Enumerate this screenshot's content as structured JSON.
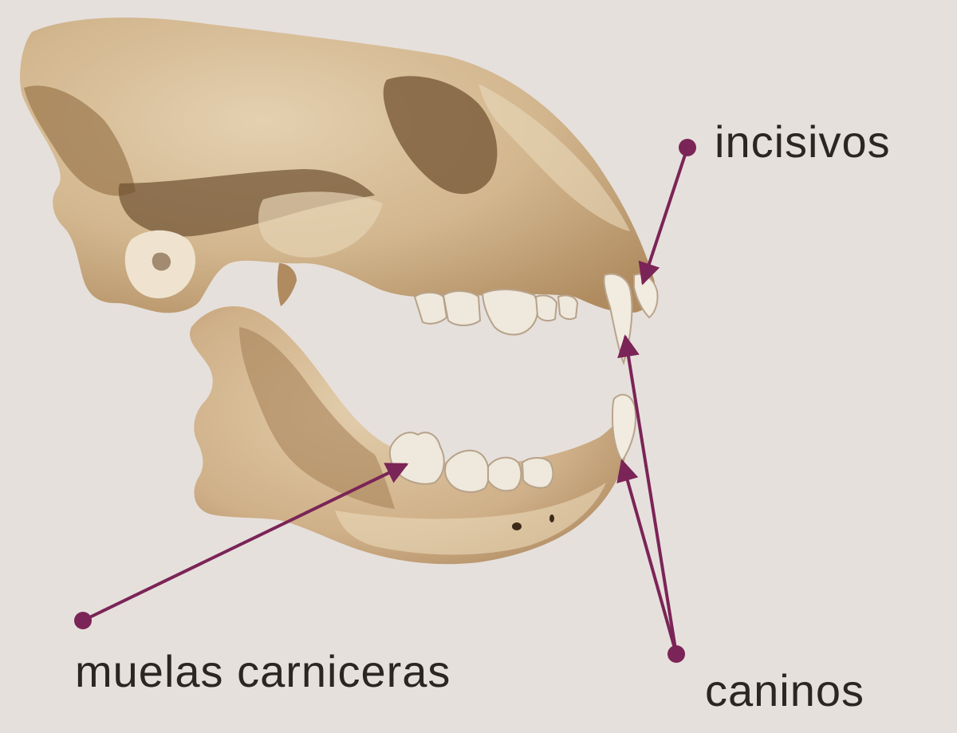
{
  "labels": {
    "incisivos": "incisivos",
    "muelas": "muelas carniceras",
    "caninos": "caninos"
  },
  "colors": {
    "background": "#e6e0dc",
    "bone": "#d8c2a0",
    "bone_shadow": "#a37e54",
    "bone_dark": "#7a5a38",
    "tooth": "#efe8dc",
    "pointer": "#7b2457",
    "text": "#2a2624"
  }
}
